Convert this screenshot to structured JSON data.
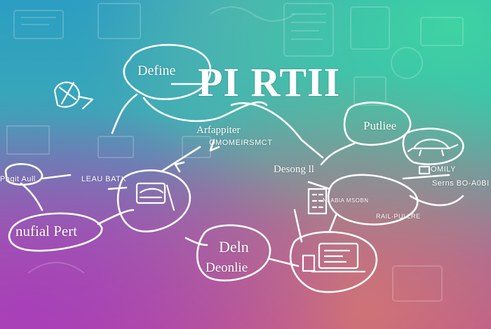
{
  "colors": {
    "stroke": "#ffffff",
    "teal": "#2b9ec2",
    "green": "#40d6a0",
    "magenta": "#b04f9e"
  },
  "icons": [
    "lantern-icon",
    "tablet-icon",
    "turtle-icon",
    "laptop-icon",
    "building-icon"
  ],
  "texts": {
    "title": "PI RTII",
    "node_define": "Define",
    "node_apppiter": "Arfappiter",
    "node_apppiter_sub": "OMOMEIRSMCT",
    "node_putliee": "Putliee",
    "node_desong": "Desong ll",
    "node_pagit": "Pagit Aull",
    "node_leaubatx": "LEAU BATX",
    "node_nufial": "nufial Pert",
    "node_deln": "Deln",
    "node_deonlie": "Deonlie",
    "node_omily": "OMILY",
    "node_serns": "Serns BO-A0BI",
    "node_small_center": "NLABIA MSOBN",
    "node_small_center2": "RAIL·PULLRE"
  }
}
